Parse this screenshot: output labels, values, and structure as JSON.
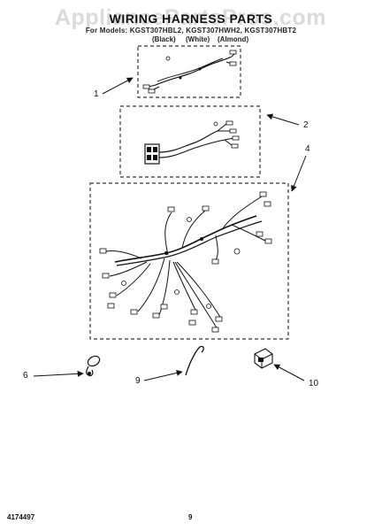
{
  "header": {
    "title": "WIRING HARNESS PARTS",
    "watermark": "AppliancePartsPros.com",
    "model_line": "For Models: KGST307HBL2, KGST307HWH2, KGST307HBT2",
    "colors": [
      "(Black)",
      "(White)",
      "(Almond)"
    ]
  },
  "callouts": [
    {
      "id": "1"
    },
    {
      "id": "2"
    },
    {
      "id": "4"
    },
    {
      "id": "6"
    },
    {
      "id": "9"
    },
    {
      "id": "10"
    }
  ],
  "footer": {
    "doc_number": "4174497",
    "page_number": "9"
  },
  "colors": {
    "ink": "#111111",
    "box_dash": "#333333",
    "watermark": "#bdbdbd"
  }
}
